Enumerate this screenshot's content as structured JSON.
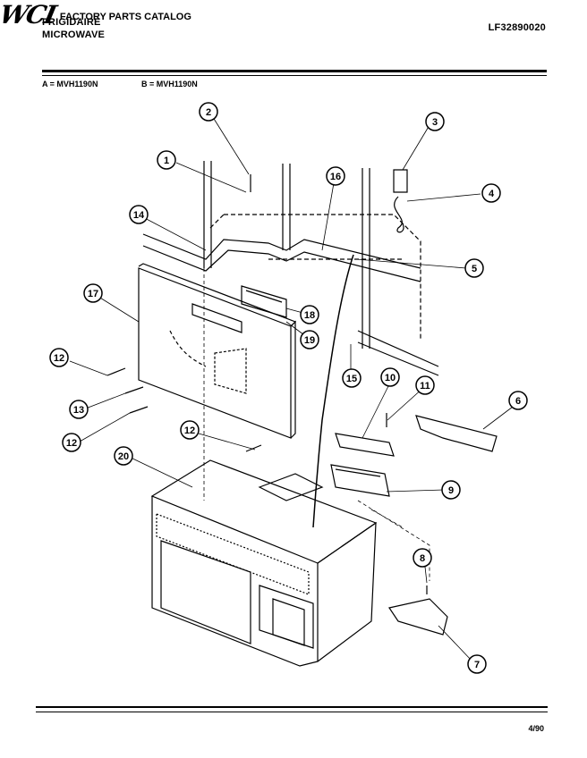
{
  "header": {
    "brand_line1": "FRIGIDAIRE",
    "brand_line2": "MICROWAVE",
    "logo": "WCI",
    "catalog_title": "FACTORY PARTS CATALOG",
    "catalog_number": "LF32890020"
  },
  "models": {
    "a": "A = MVH1190N",
    "b": "B = MVH1190N"
  },
  "footer": {
    "page": "4/90"
  },
  "callouts": [
    "1",
    "2",
    "3",
    "4",
    "5",
    "6",
    "7",
    "8",
    "9",
    "10",
    "11",
    "12",
    "12",
    "12",
    "13",
    "14",
    "15",
    "16",
    "17",
    "18",
    "19",
    "20"
  ]
}
